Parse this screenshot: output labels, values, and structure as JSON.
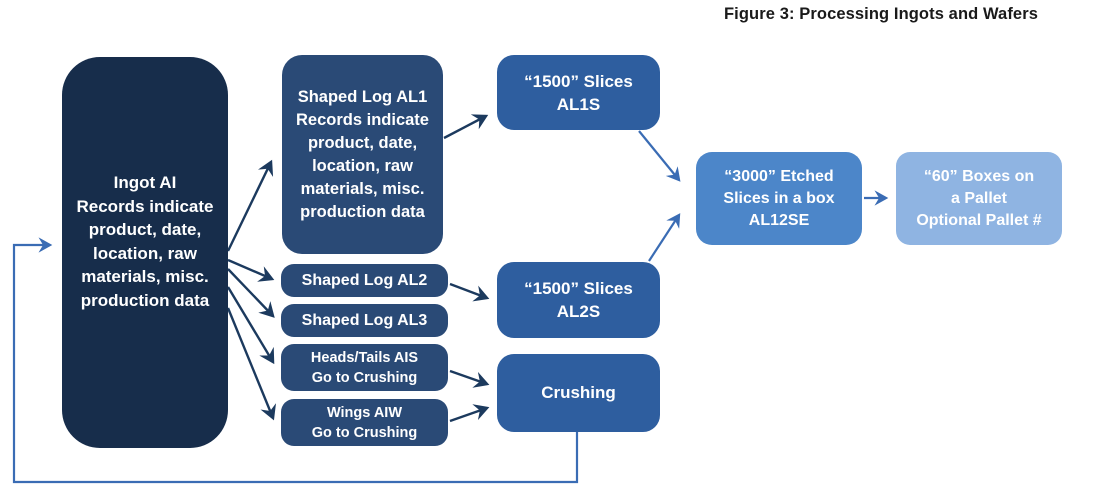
{
  "caption": "Figure 3: Processing Ingots and Wafers",
  "colors": {
    "node_darkest_navy": "#172d4b",
    "node_navy": "#2a4a76",
    "node_medium_blue": "#2e5e9f",
    "node_bright_blue": "#4c86c9",
    "node_light_blue": "#8fb4e2",
    "arrow_dark": "#1c3a5e",
    "arrow_blue": "#3a6cb4",
    "text_on_node": "#ffffff",
    "caption_text": "#1a1a1a"
  },
  "nodes": {
    "ingot": {
      "label": "Ingot AI\nRecords indicate\nproduct, date,\nlocation, raw\nmaterials, misc.\nproduction data"
    },
    "shaped_log_al1": {
      "label": "Shaped Log AL1\nRecords indicate\nproduct, date,\nlocation, raw\nmaterials, misc.\nproduction data"
    },
    "slices_al1s": {
      "label": "“1500” Slices\nAL1S"
    },
    "shaped_log_al2": {
      "label": "Shaped Log AL2"
    },
    "shaped_log_al3": {
      "label": "Shaped Log AL3"
    },
    "heads_tails_ais": {
      "label": "Heads/Tails AIS\nGo to Crushing"
    },
    "wings_aiw": {
      "label": "Wings AIW\nGo to Crushing"
    },
    "slices_al2s": {
      "label": "“1500” Slices\nAL2S"
    },
    "crushing": {
      "label": "Crushing"
    },
    "etched_slices": {
      "label": "“3000” Etched\nSlices in a box\nAL12SE"
    },
    "pallet_boxes": {
      "label": "“60” Boxes on\na Pallet\nOptional Pallet #"
    }
  },
  "edges": [
    "ingot -> shaped_log_al1",
    "ingot -> shaped_log_al2",
    "ingot -> shaped_log_al3",
    "ingot -> heads_tails_ais",
    "ingot -> wings_aiw",
    "shaped_log_al1 -> slices_al1s",
    "shaped_log_al2 -> slices_al2s",
    "heads_tails_ais -> crushing",
    "wings_aiw -> crushing",
    "slices_al1s -> etched_slices",
    "slices_al2s -> etched_slices",
    "etched_slices -> pallet_boxes",
    "crushing -> ingot (feedback loop)"
  ]
}
